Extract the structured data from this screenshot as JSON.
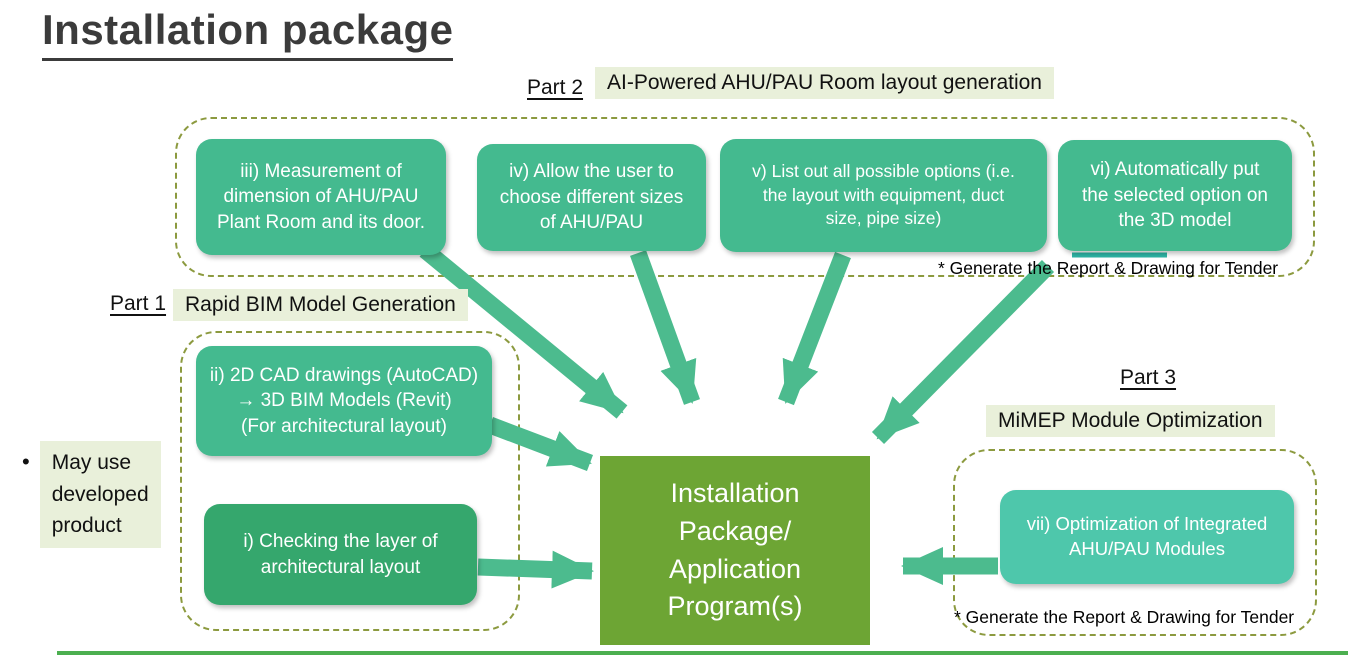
{
  "slide": {
    "title": "Installation package"
  },
  "part1": {
    "label": "Part 1",
    "heading": "Rapid BIM Model Generation"
  },
  "part2": {
    "label": "Part 2",
    "heading": "AI-Powered AHU/PAU Room layout generation"
  },
  "part3": {
    "label": "Part 3",
    "heading": "MiMEP Module Optimization"
  },
  "boxes": {
    "iii": "iii) Measurement of\ndimension of AHU/PAU\nPlant Room and its door.",
    "iv": "iv) Allow the user to\nchoose different sizes\nof AHU/PAU",
    "v": "v) List out all possible options (i.e.\nthe layout with equipment, duct\nsize, pipe size)",
    "vi": "vi) Automatically put\nthe selected option on\nthe 3D model",
    "ii": "ii) 2D CAD drawings (AutoCAD)\n→ 3D BIM Models (Revit)\n(For architectural layout)",
    "i": "i) Checking the layer of\narchitectural layout",
    "vii": "vii) Optimization of Integrated\nAHU/PAU Modules"
  },
  "central": {
    "label": "Installation\nPackage/\nApplication\nProgram(s)"
  },
  "notes": {
    "part2_tender": "* Generate the Report & Drawing for Tender",
    "part3_tender": "* Generate the Report & Drawing for Tender",
    "bullet_marker": "•",
    "may_use": "May use\ndeveloped\nproduct"
  },
  "colors": {
    "box_green": "#44BA8F",
    "box_dark_green": "#35A76D",
    "box_teal": "#4EC7AB",
    "central_green": "#6DA534",
    "highlight_bg": "#E9F0DA",
    "dashed_border": "#8C9A3F",
    "arrow_green": "#4CBB8E",
    "teal_line": "#2EB5A5",
    "bottom_line_green": "#4CAF50",
    "title_text": "#3B3B3B"
  }
}
